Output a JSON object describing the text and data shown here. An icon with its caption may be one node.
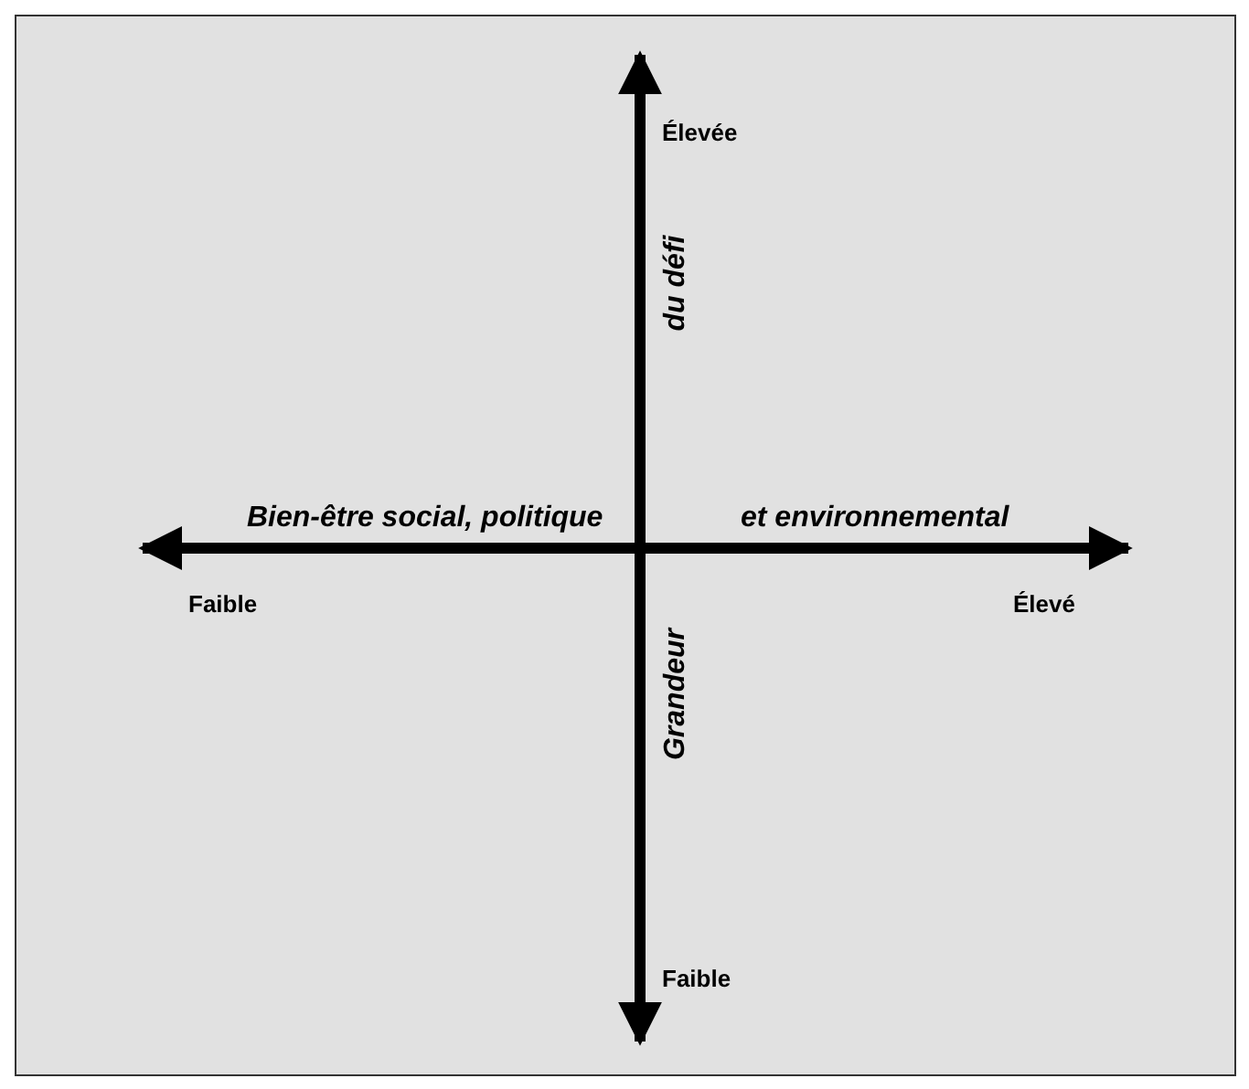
{
  "diagram": {
    "labels": [
      "Élevée",
      "du défi",
      "Bien-être social, politique",
      "et environnemental",
      "Faible",
      "Élevé",
      "Grandeur",
      "Faible"
    ]
  }
}
